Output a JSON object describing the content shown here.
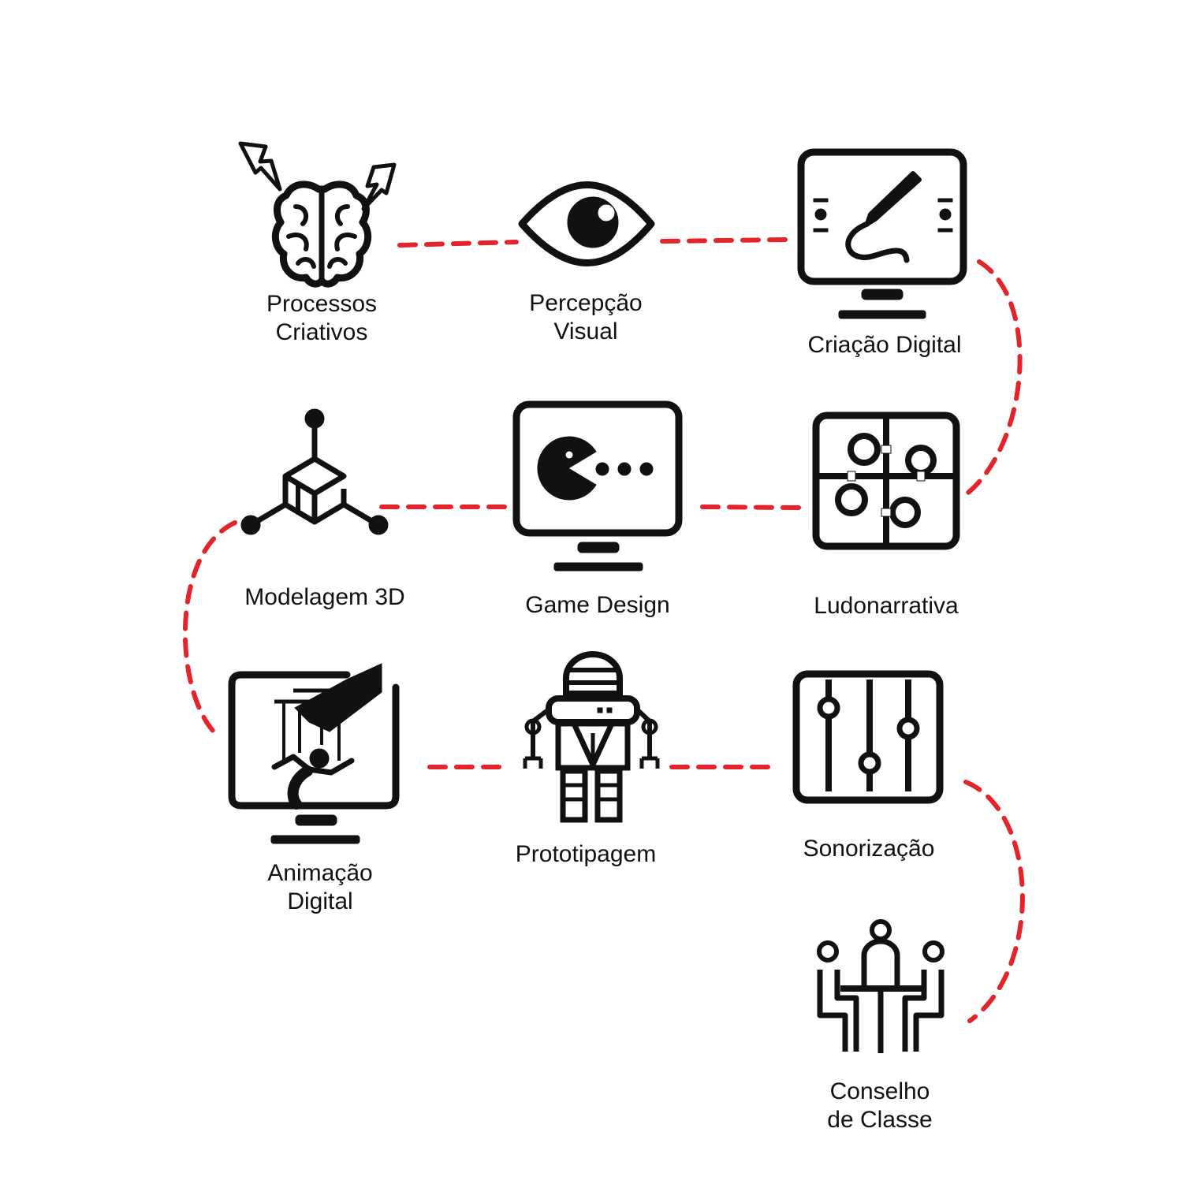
{
  "colors": {
    "connector": "#e3242b",
    "icon": "#111111",
    "background": "#ffffff"
  },
  "nodes": [
    {
      "id": "processos-criativos",
      "icon": "brain-lightning-icon",
      "label_lines": [
        "Processos",
        "Criativos"
      ]
    },
    {
      "id": "percepcao-visual",
      "icon": "eye-icon",
      "label_lines": [
        "Percepção",
        "Visual"
      ]
    },
    {
      "id": "criacao-digital",
      "icon": "drawing-tablet-monitor-icon",
      "label_lines": [
        "Criação Digital"
      ]
    },
    {
      "id": "ludonarrativa",
      "icon": "puzzle-icon",
      "label_lines": [
        "Ludonarrativa"
      ]
    },
    {
      "id": "game-design",
      "icon": "pacman-monitor-icon",
      "label_lines": [
        "Game Design"
      ]
    },
    {
      "id": "modelagem-3d",
      "icon": "3d-cube-axes-icon",
      "label_lines": [
        "Modelagem 3D"
      ]
    },
    {
      "id": "animacao-digital",
      "icon": "puppet-monitor-icon",
      "label_lines": [
        "Animação",
        "Digital"
      ]
    },
    {
      "id": "prototipagem",
      "icon": "robot-icon",
      "label_lines": [
        "Prototipagem"
      ]
    },
    {
      "id": "sonorizacao",
      "icon": "mixer-sliders-icon",
      "label_lines": [
        "Sonorização"
      ]
    },
    {
      "id": "conselho-de-classe",
      "icon": "meeting-table-icon",
      "label_lines": [
        "Conselho",
        "de Classe"
      ]
    }
  ]
}
